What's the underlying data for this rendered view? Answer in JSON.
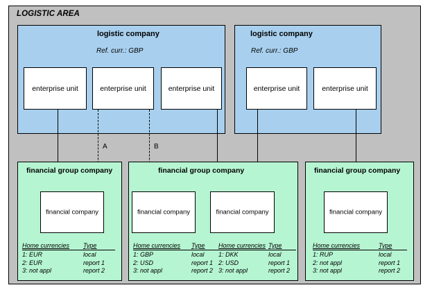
{
  "area": {
    "title": "LOGISTIC AREA"
  },
  "logistic_companies": [
    {
      "title": "logistic company",
      "ref_currency": "Ref. curr.: GBP",
      "units": [
        {
          "label": "enterprise unit"
        },
        {
          "label": "enterprise unit"
        },
        {
          "label": "enterprise unit"
        }
      ]
    },
    {
      "title": "logistic company",
      "ref_currency": "Ref. curr.: GBP",
      "units": [
        {
          "label": "enterprise unit"
        },
        {
          "label": "enterprise unit"
        }
      ]
    }
  ],
  "connector_labels": {
    "a": "A",
    "b": "B"
  },
  "financial_groups": [
    {
      "title": "financial group company",
      "companies": [
        {
          "label": "financial company",
          "currency_table": {
            "header": {
              "currencies": "Home currencies",
              "type": "Type"
            },
            "rows": [
              {
                "currency": "1: EUR",
                "type": "local"
              },
              {
                "currency": "2: EUR",
                "type": "report 1"
              },
              {
                "currency": "3: not appl",
                "type": "report 2"
              }
            ]
          }
        }
      ]
    },
    {
      "title": "financial group company",
      "companies": [
        {
          "label": "financial company",
          "currency_table": {
            "header": {
              "currencies": "Home currencies",
              "type": "Type"
            },
            "rows": [
              {
                "currency": "1: GBP",
                "type": "local"
              },
              {
                "currency": "2: USD",
                "type": "report 1"
              },
              {
                "currency": "3: not appl",
                "type": "report 2"
              }
            ]
          }
        },
        {
          "label": "financial company",
          "currency_table": {
            "header": {
              "currencies": "Home currencies",
              "type": "Type"
            },
            "rows": [
              {
                "currency": "1: DKK",
                "type": "local"
              },
              {
                "currency": "2: USD",
                "type": "report 1"
              },
              {
                "currency": "3: not appl",
                "type": "report 2"
              }
            ]
          }
        }
      ]
    },
    {
      "title": "financial group company",
      "companies": [
        {
          "label": "financial company",
          "currency_table": {
            "header": {
              "currencies": "Home currencies",
              "type": "Type"
            },
            "rows": [
              {
                "currency": "1: RUP",
                "type": "local"
              },
              {
                "currency": "2: not appl",
                "type": "report 1"
              },
              {
                "currency": "3: not appl",
                "type": "report 2"
              }
            ]
          }
        }
      ]
    }
  ],
  "colors": {
    "background": "#c0c0c0",
    "logistic_panel": "#a8d0ee",
    "financial_panel": "#b6f5d2",
    "box": "#ffffff",
    "line": "#000000"
  }
}
